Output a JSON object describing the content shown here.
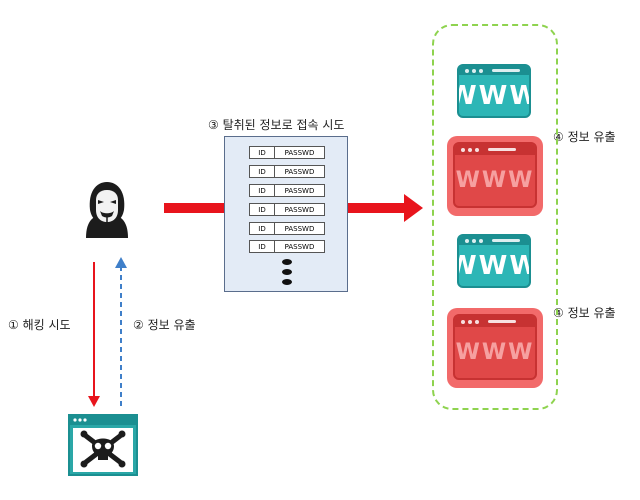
{
  "labels": {
    "hacking_attempt": "① 해킹 시도",
    "info_leak": "② 정보 유출",
    "stolen_login": "③ 탈취된 정보로 접속 시도",
    "info_leak_4a": "④ 정보 유출",
    "info_leak_4b": "④ 정보 유출"
  },
  "credential_table": {
    "rows": [
      {
        "id": "ID",
        "pw": "PASSWD"
      },
      {
        "id": "ID",
        "pw": "PASSWD"
      },
      {
        "id": "ID",
        "pw": "PASSWD"
      },
      {
        "id": "ID",
        "pw": "PASSWD"
      },
      {
        "id": "ID",
        "pw": "PASSWD"
      },
      {
        "id": "ID",
        "pw": "PASSWD"
      }
    ]
  },
  "sites": {
    "site1": "WWW",
    "site2": "WWW",
    "site3": "WWW",
    "site4": "WWW"
  },
  "colors": {
    "arrow_red": "#e8141c",
    "arrow_blue_dashed": "#3f7fc9",
    "site_teal": "#2db6b6",
    "site_red": "#e04848",
    "group_border": "#8ed34f",
    "table_bg": "#e3ebf6"
  },
  "icons": {
    "hacker": "anonymous-hacker-icon",
    "victim": "skull-window-icon"
  }
}
